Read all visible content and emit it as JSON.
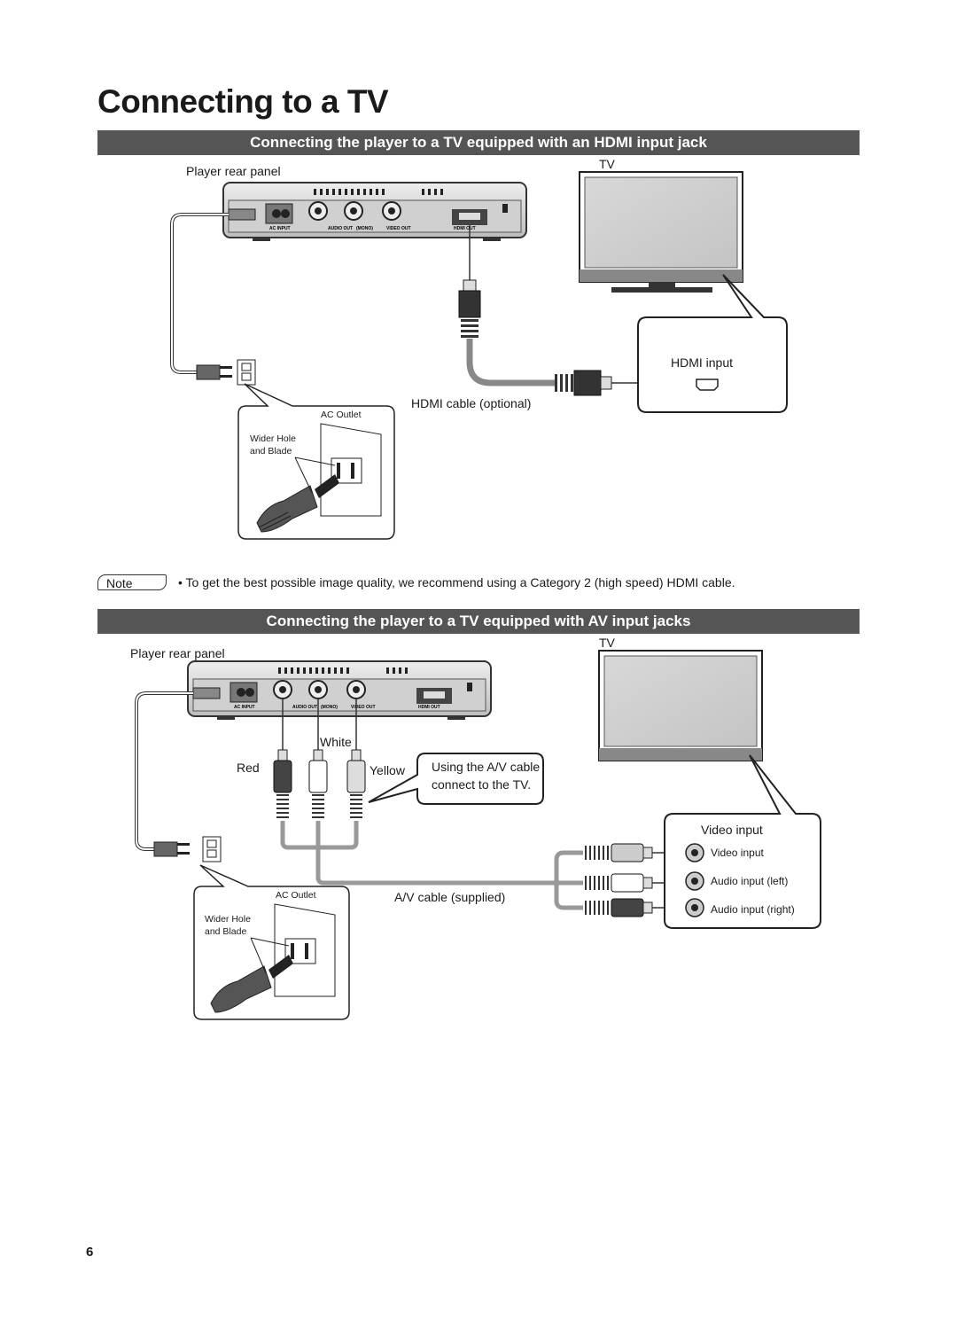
{
  "page": {
    "title": "Connecting to a TV",
    "page_number": "6"
  },
  "hdmi_section": {
    "heading": "Connecting the player to a TV equipped with an HDMI input jack",
    "player_rear_panel": "Player rear panel",
    "tv": "TV",
    "hdmi_input": "HDMI input",
    "hdmi_cable": "HDMI cable (optional)",
    "ac_outlet": "AC Outlet",
    "wider_hole_line1": "Wider Hole",
    "wider_hole_line2": "and Blade",
    "panel_labels": {
      "ac_input": "AC INPUT",
      "audio_out": "AUDIO OUT",
      "mono": "(MONO)",
      "video_out": "VIDEO OUT",
      "hdmi_out": "OUT"
    }
  },
  "note": {
    "label": "Note",
    "text": "• To get the best possible image quality, we recommend using a Category 2 (high speed) HDMI cable."
  },
  "av_section": {
    "heading": "Connecting the player to a TV equipped with AV input jacks",
    "player_rear_panel": "Player rear panel",
    "tv": "TV",
    "white": "White",
    "red": "Red",
    "yellow": "Yellow",
    "callout_line1": "Using the A/V cable",
    "callout_line2": "connect to the TV.",
    "av_cable": "A/V cable (supplied)",
    "video_input_title": "Video input",
    "inputs": [
      "Video input",
      "Audio input (left)",
      "Audio input (right)"
    ],
    "ac_outlet": "AC Outlet",
    "wider_hole_line1": "Wider Hole",
    "wider_hole_line2": "and Blade"
  }
}
